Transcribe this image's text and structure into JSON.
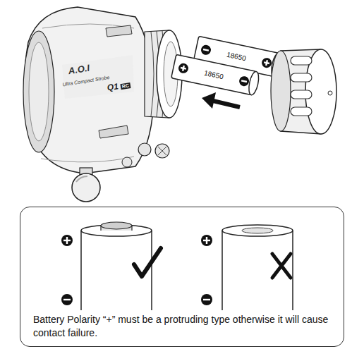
{
  "diagram": {
    "nodes": [
      {
        "text": [
          "Battery Polarity “+” must be a protruding type otherwise it will cause contact failure."
        ]
      }
    ],
    "labels": [
      "18650",
      "18650",
      "A.O.I",
      "Ultra Compact Strobe",
      "Q1",
      "RC"
    ]
  }
}
